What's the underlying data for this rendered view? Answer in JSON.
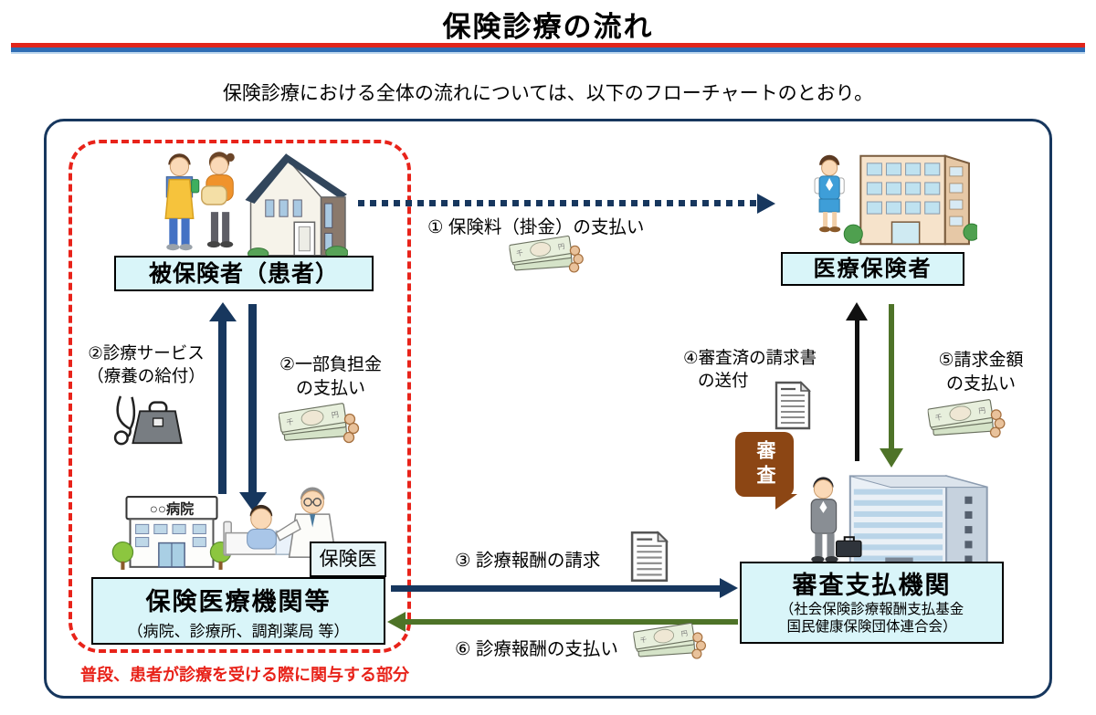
{
  "page": {
    "title": "保険診療の流れ",
    "subtitle": "保険診療における全体の流れについては、以下のフローチャートのとおり。"
  },
  "entities": {
    "insured": {
      "label": "被保険者（患者）"
    },
    "insurer": {
      "label": "医療保険者"
    },
    "provider": {
      "title": "保険医療機関等",
      "subtitle": "（病院、診療所、調剤薬局 等）"
    },
    "doctor_tag": {
      "label": "保険医"
    },
    "payer": {
      "title": "審査支払機関",
      "subtitle1": "（社会保険診療報酬支払基金",
      "subtitle2": "国民健康保険団体連合会）"
    },
    "review_bubble": {
      "label": "審査"
    },
    "hospital_sign": {
      "label": "○○病院"
    }
  },
  "flows": {
    "f1": {
      "label": "① 保険料（掛金）の支払い"
    },
    "f2_service": {
      "line1": "②診療サービス",
      "line2": "（療養の給付）"
    },
    "f2_copay": {
      "line1": "②一部負担金",
      "line2": "の支払い"
    },
    "f3": {
      "label": "③ 診療報酬の請求"
    },
    "f4": {
      "line1": "④審査済の請求書",
      "line2": "の送付"
    },
    "f5": {
      "line1": "⑤請求金額",
      "line2": "の支払い"
    },
    "f6": {
      "label": "⑥ 診療報酬の支払い"
    }
  },
  "note": {
    "label": "普段、患者が診療を受ける際に関与する部分"
  },
  "colors": {
    "navy": "#17375E",
    "green": "#4E7328",
    "red_dashed": "#E8231A",
    "box_cyan": "#D9F5F9",
    "bubble_brown": "#8C4614",
    "line_red": "#E0251B",
    "line_blue": "#2E6DB4"
  }
}
